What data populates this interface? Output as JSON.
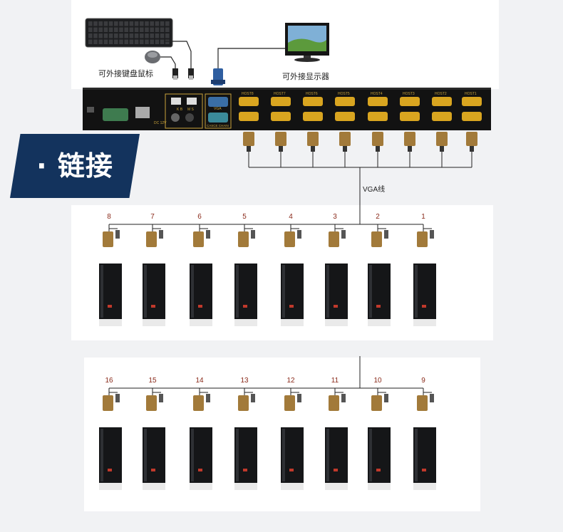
{
  "labels": {
    "keyboard_mouse": "可外接键盘鼠标",
    "monitor": "可外接显示器",
    "vga_cable": "VGA线",
    "badge": "· 链接"
  },
  "kvm": {
    "port_labels": [
      "HOST8",
      "HOST7",
      "HOST6",
      "HOST5",
      "HOST4",
      "HOST3",
      "HOST2",
      "HOST1"
    ],
    "usb_labels": [
      "K B",
      "M S"
    ],
    "vga_label": "VGA",
    "cascade_label": "CASCE CHAIN",
    "dc_label": "DC 12V"
  },
  "row1": {
    "numbers": [
      "8",
      "7",
      "6",
      "5",
      "4",
      "3",
      "2",
      "1"
    ]
  },
  "row2": {
    "numbers": [
      "16",
      "15",
      "14",
      "13",
      "12",
      "11",
      "10",
      "9"
    ]
  },
  "colors": {
    "badge": "#13335d",
    "number": "#8a2a1a",
    "vga_yellow": "#d9a520",
    "vga_blue": "#3a6ea5"
  }
}
